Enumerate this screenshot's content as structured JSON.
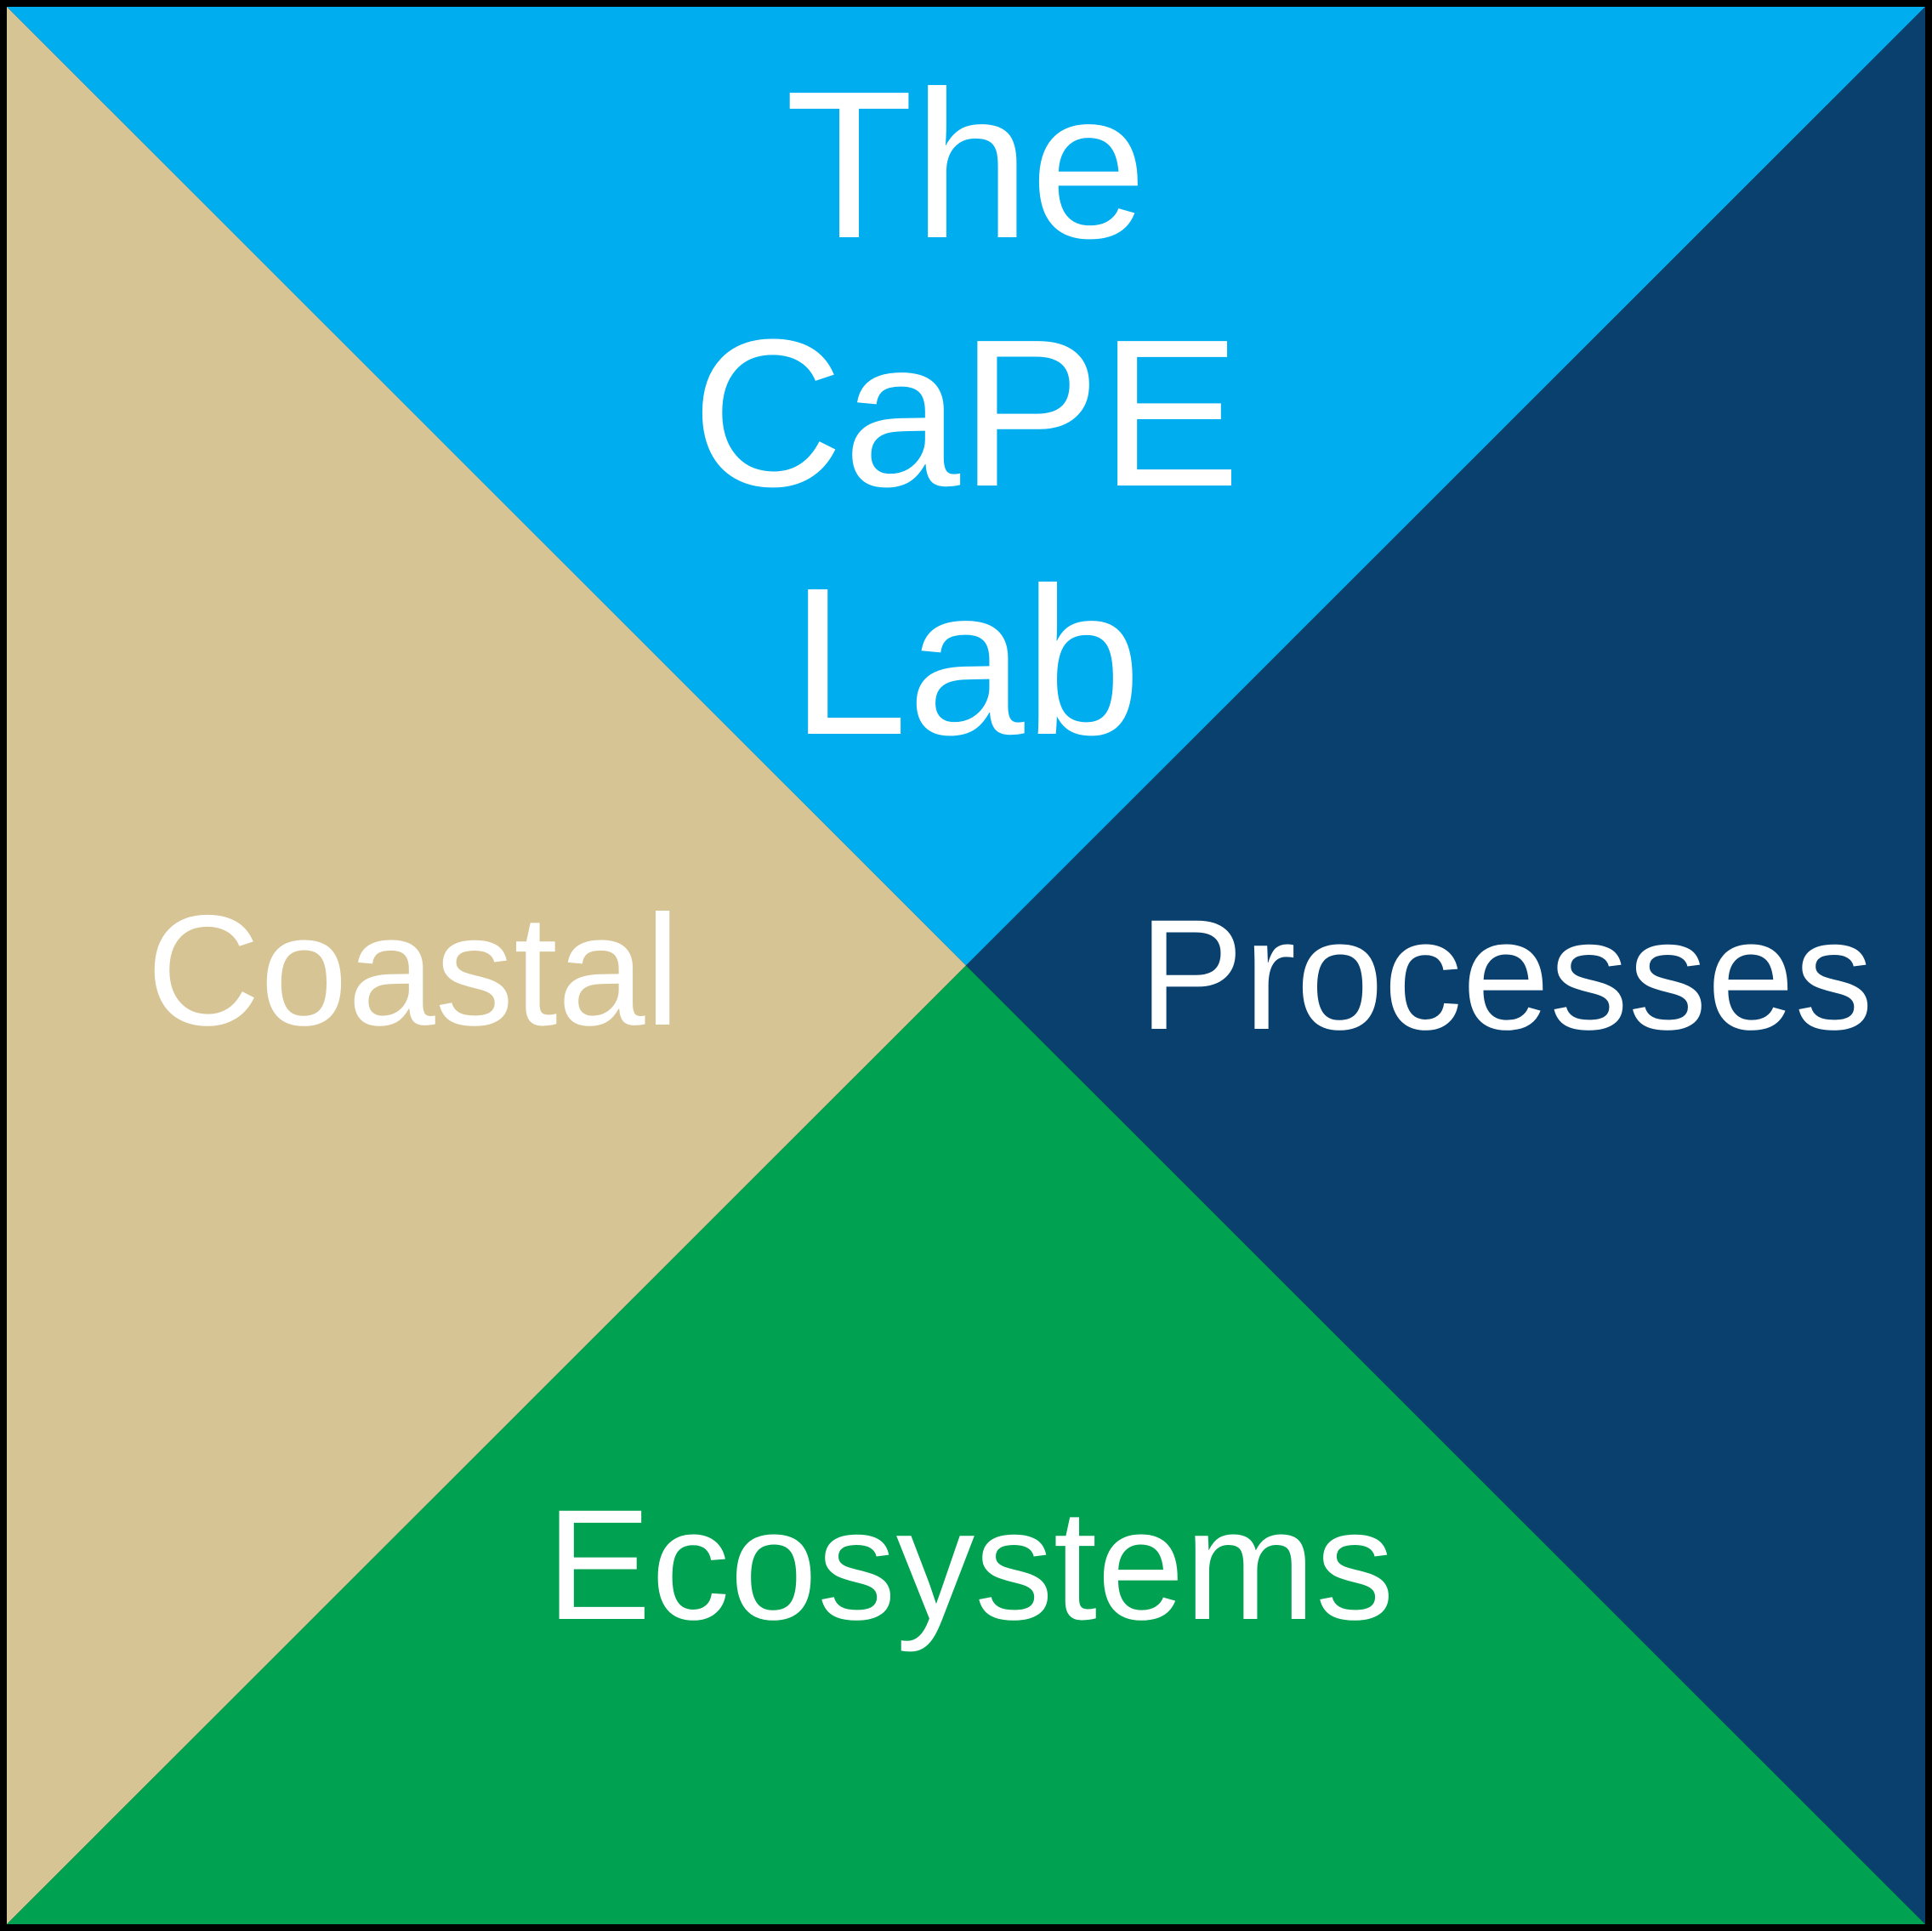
{
  "logo": {
    "title_lines": [
      "The",
      "CaPE",
      "Lab"
    ],
    "labels": {
      "left": "Coastal",
      "right": "Processes",
      "bottom": "Ecosystems"
    },
    "colors": {
      "segment_top": "#00AEEF",
      "segment_left": "#D7C494",
      "segment_right": "#09406E",
      "segment_bottom": "#00A150",
      "text": "#FFFFFF",
      "border": "#000000"
    }
  }
}
